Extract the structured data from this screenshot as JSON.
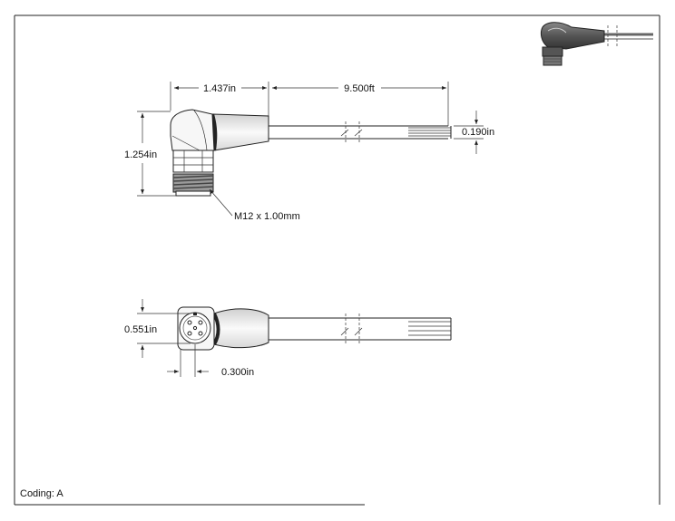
{
  "drawing": {
    "dimensions": {
      "head_length": "1.437in",
      "cable_length": "9.500ft",
      "cable_diameter": "0.190in",
      "height": "1.254in",
      "thread": "M12 x 1.00mm",
      "face_diameter": "0.551in",
      "face_offset": "0.300in"
    },
    "coding": "Coding: A"
  },
  "colors": {
    "line": "#222222",
    "body_dark": "#333333",
    "body_light": "#f4f4f4",
    "thread": "#888888"
  }
}
